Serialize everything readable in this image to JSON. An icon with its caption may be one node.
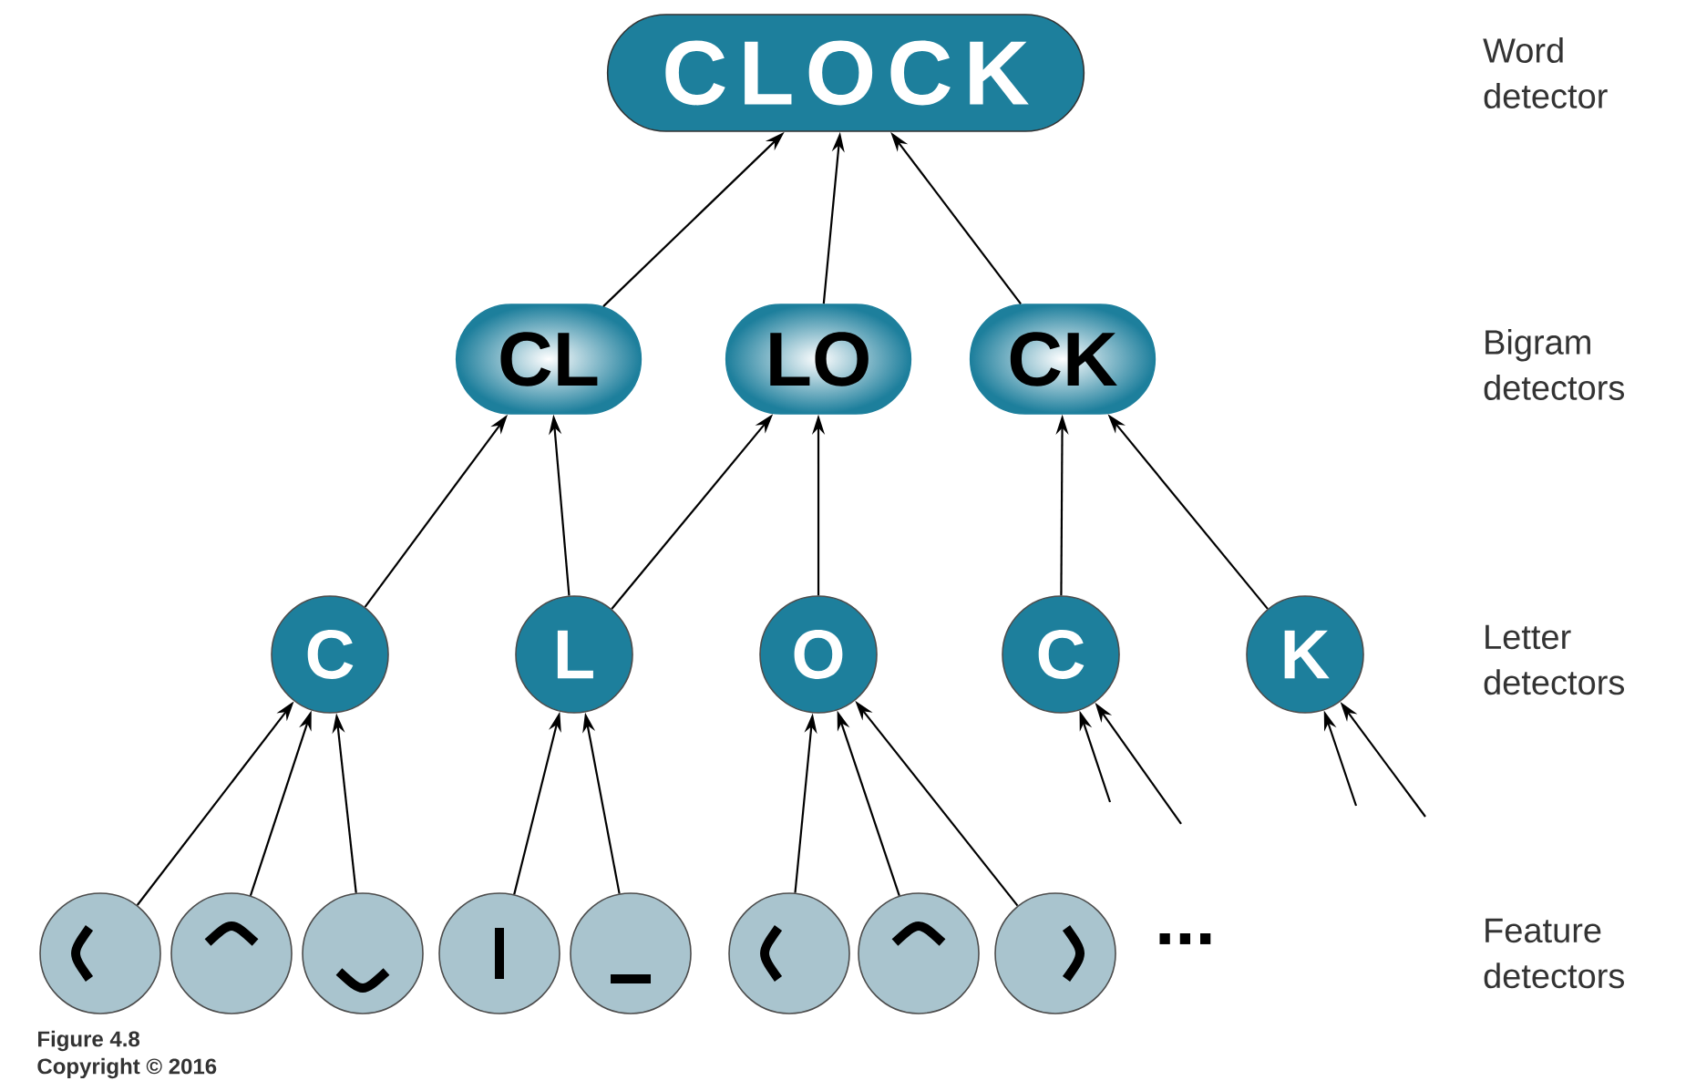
{
  "diagram": {
    "caption": "Figure 4.8",
    "nodes": [
      {
        "text": [
          "CLOCK"
        ]
      },
      {
        "text": [
          "CL"
        ]
      },
      {
        "text": [
          "LO"
        ]
      },
      {
        "text": [
          "CK"
        ]
      },
      {
        "text": [
          "C"
        ]
      },
      {
        "text": [
          "L"
        ]
      },
      {
        "text": [
          "O"
        ]
      },
      {
        "text": [
          "C"
        ]
      },
      {
        "text": [
          "K"
        ]
      },
      {
        "text": [],
        "shape": "circle"
      },
      {
        "text": [],
        "shape": "circle"
      },
      {
        "text": [],
        "shape": "circle"
      },
      {
        "text": [],
        "shape": "circle"
      },
      {
        "text": [],
        "shape": "circle"
      },
      {
        "text": [],
        "shape": "circle"
      },
      {
        "text": [],
        "shape": "circle"
      },
      {
        "text": [],
        "shape": "circle"
      }
    ],
    "edges": [
      {
        "from": 1,
        "to": 0,
        "arrow": "to"
      },
      {
        "from": 2,
        "to": 0,
        "arrow": "to"
      },
      {
        "from": 3,
        "to": 0,
        "arrow": "to"
      },
      {
        "from": 4,
        "to": 1,
        "arrow": "to"
      },
      {
        "from": 5,
        "to": 1,
        "arrow": "to"
      },
      {
        "from": 5,
        "to": 2,
        "arrow": "to"
      },
      {
        "from": 6,
        "to": 2,
        "arrow": "to"
      },
      {
        "from": 7,
        "to": 3,
        "arrow": "to"
      },
      {
        "from": 8,
        "to": 3,
        "arrow": "to"
      },
      {
        "from": 9,
        "to": 4,
        "arrow": "to"
      },
      {
        "from": 10,
        "to": 4,
        "arrow": "to"
      },
      {
        "from": 11,
        "to": 4,
        "arrow": "to"
      },
      {
        "from": 12,
        "to": 5,
        "arrow": "to"
      },
      {
        "from": 13,
        "to": 5,
        "arrow": "to"
      },
      {
        "from": 14,
        "to": 6,
        "arrow": "to"
      },
      {
        "from": 15,
        "to": 6,
        "arrow": "to"
      },
      {
        "from": 16,
        "to": 6,
        "arrow": "to"
      },
      {
        "from": null,
        "to": 7,
        "arrow": "to"
      },
      {
        "from": null,
        "to": 7,
        "arrow": "to"
      },
      {
        "from": null,
        "to": 8,
        "arrow": "to"
      },
      {
        "from": null,
        "to": 8,
        "arrow": "to"
      }
    ],
    "labels": [
      "Word detector",
      "Bigram detectors",
      "Letter detectors",
      "...",
      "Feature detectors",
      "Copyright © 2016"
    ]
  }
}
